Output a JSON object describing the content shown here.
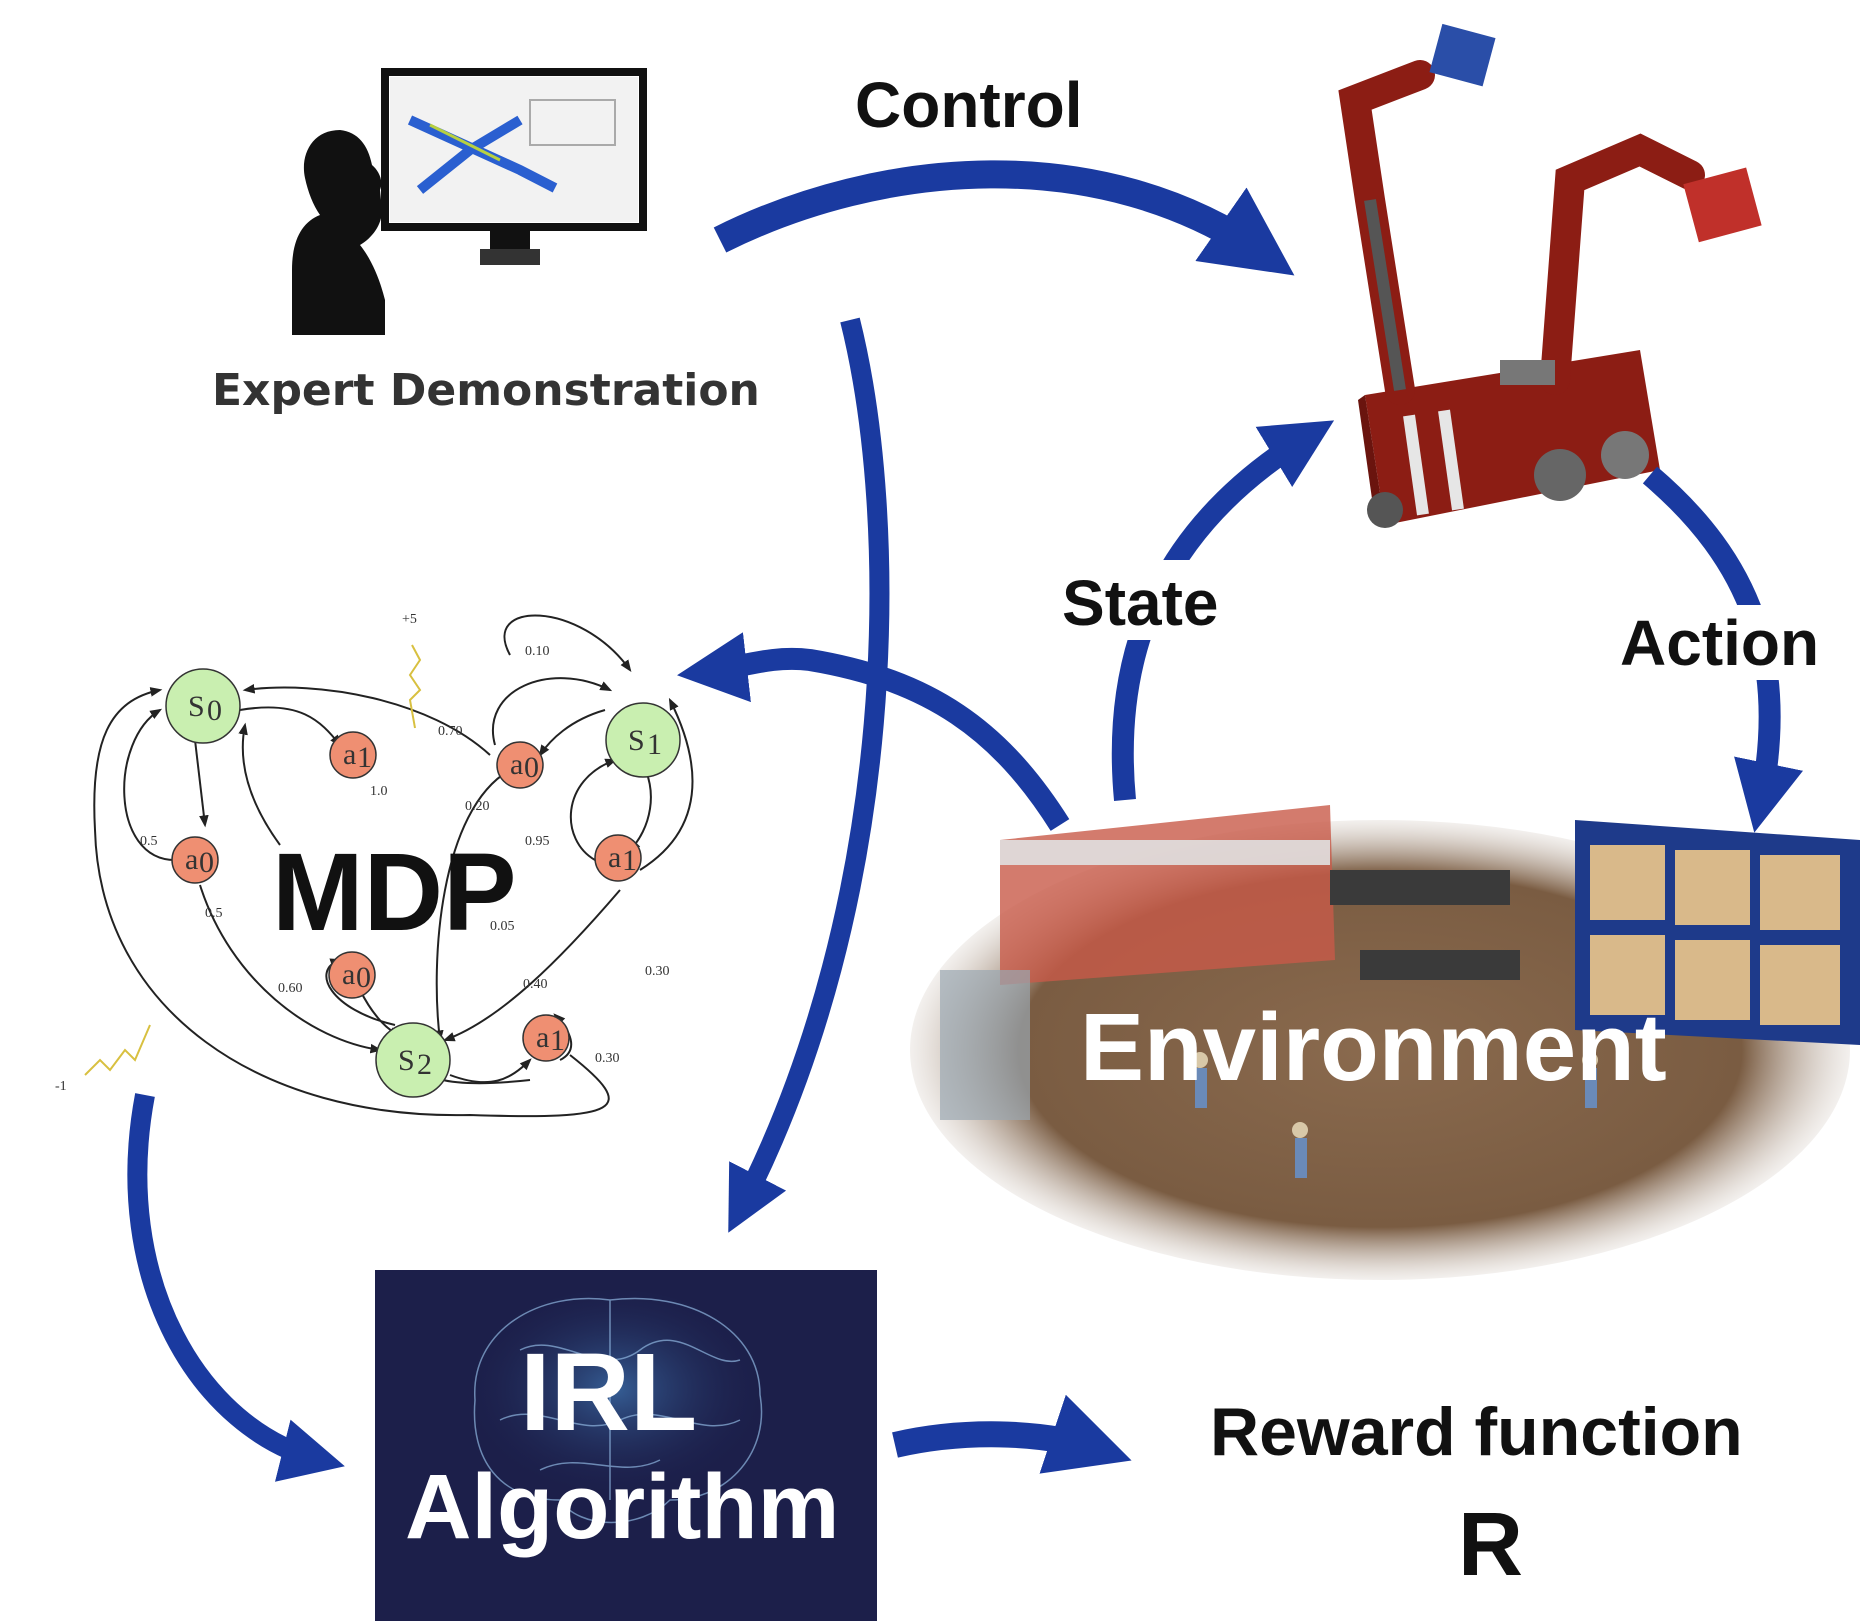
{
  "labels": {
    "control": "Control",
    "expert_demonstration": "Expert Demonstration",
    "state": "State",
    "action": "Action",
    "mdp": "MDP",
    "environment": "Environment",
    "irl_line1": "IRL",
    "irl_line2": "Algorithm",
    "reward_line1": "Reward function",
    "reward_line2": "R"
  },
  "mdp_graph": {
    "state_nodes": [
      "S",
      "S",
      "S"
    ],
    "state_subscripts": [
      "0",
      "1",
      "2"
    ],
    "action_nodes": [
      "a",
      "a",
      "a",
      "a",
      "a",
      "a"
    ],
    "action_subscripts": [
      "1",
      "0",
      "0",
      "1",
      "0",
      "1"
    ],
    "edge_labels": [
      "0.10",
      "0.70",
      "1.0",
      "0.20",
      "0.95",
      "0.5",
      "0.5",
      "0.05",
      "0.60",
      "0.40",
      "0.30",
      "0.30"
    ],
    "reward_plus": "+5",
    "reward_minus": "-1"
  },
  "colors": {
    "arrow": "#1a3aa0",
    "state_node": "#c9efb0",
    "action_node": "#ef8f72",
    "irl_bg": "#1c1f4a",
    "robot": "#8c1d14"
  }
}
